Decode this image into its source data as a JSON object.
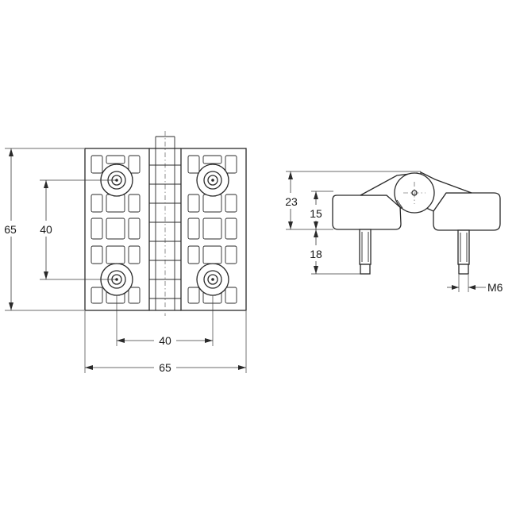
{
  "dimensions": {
    "overall_height": "65",
    "hole_spacing_vertical": "40",
    "hole_spacing_horizontal": "40",
    "overall_width": "65",
    "side_height": "23",
    "leaf_thickness": "15",
    "bolt_length": "18",
    "thread_size": "M6"
  }
}
